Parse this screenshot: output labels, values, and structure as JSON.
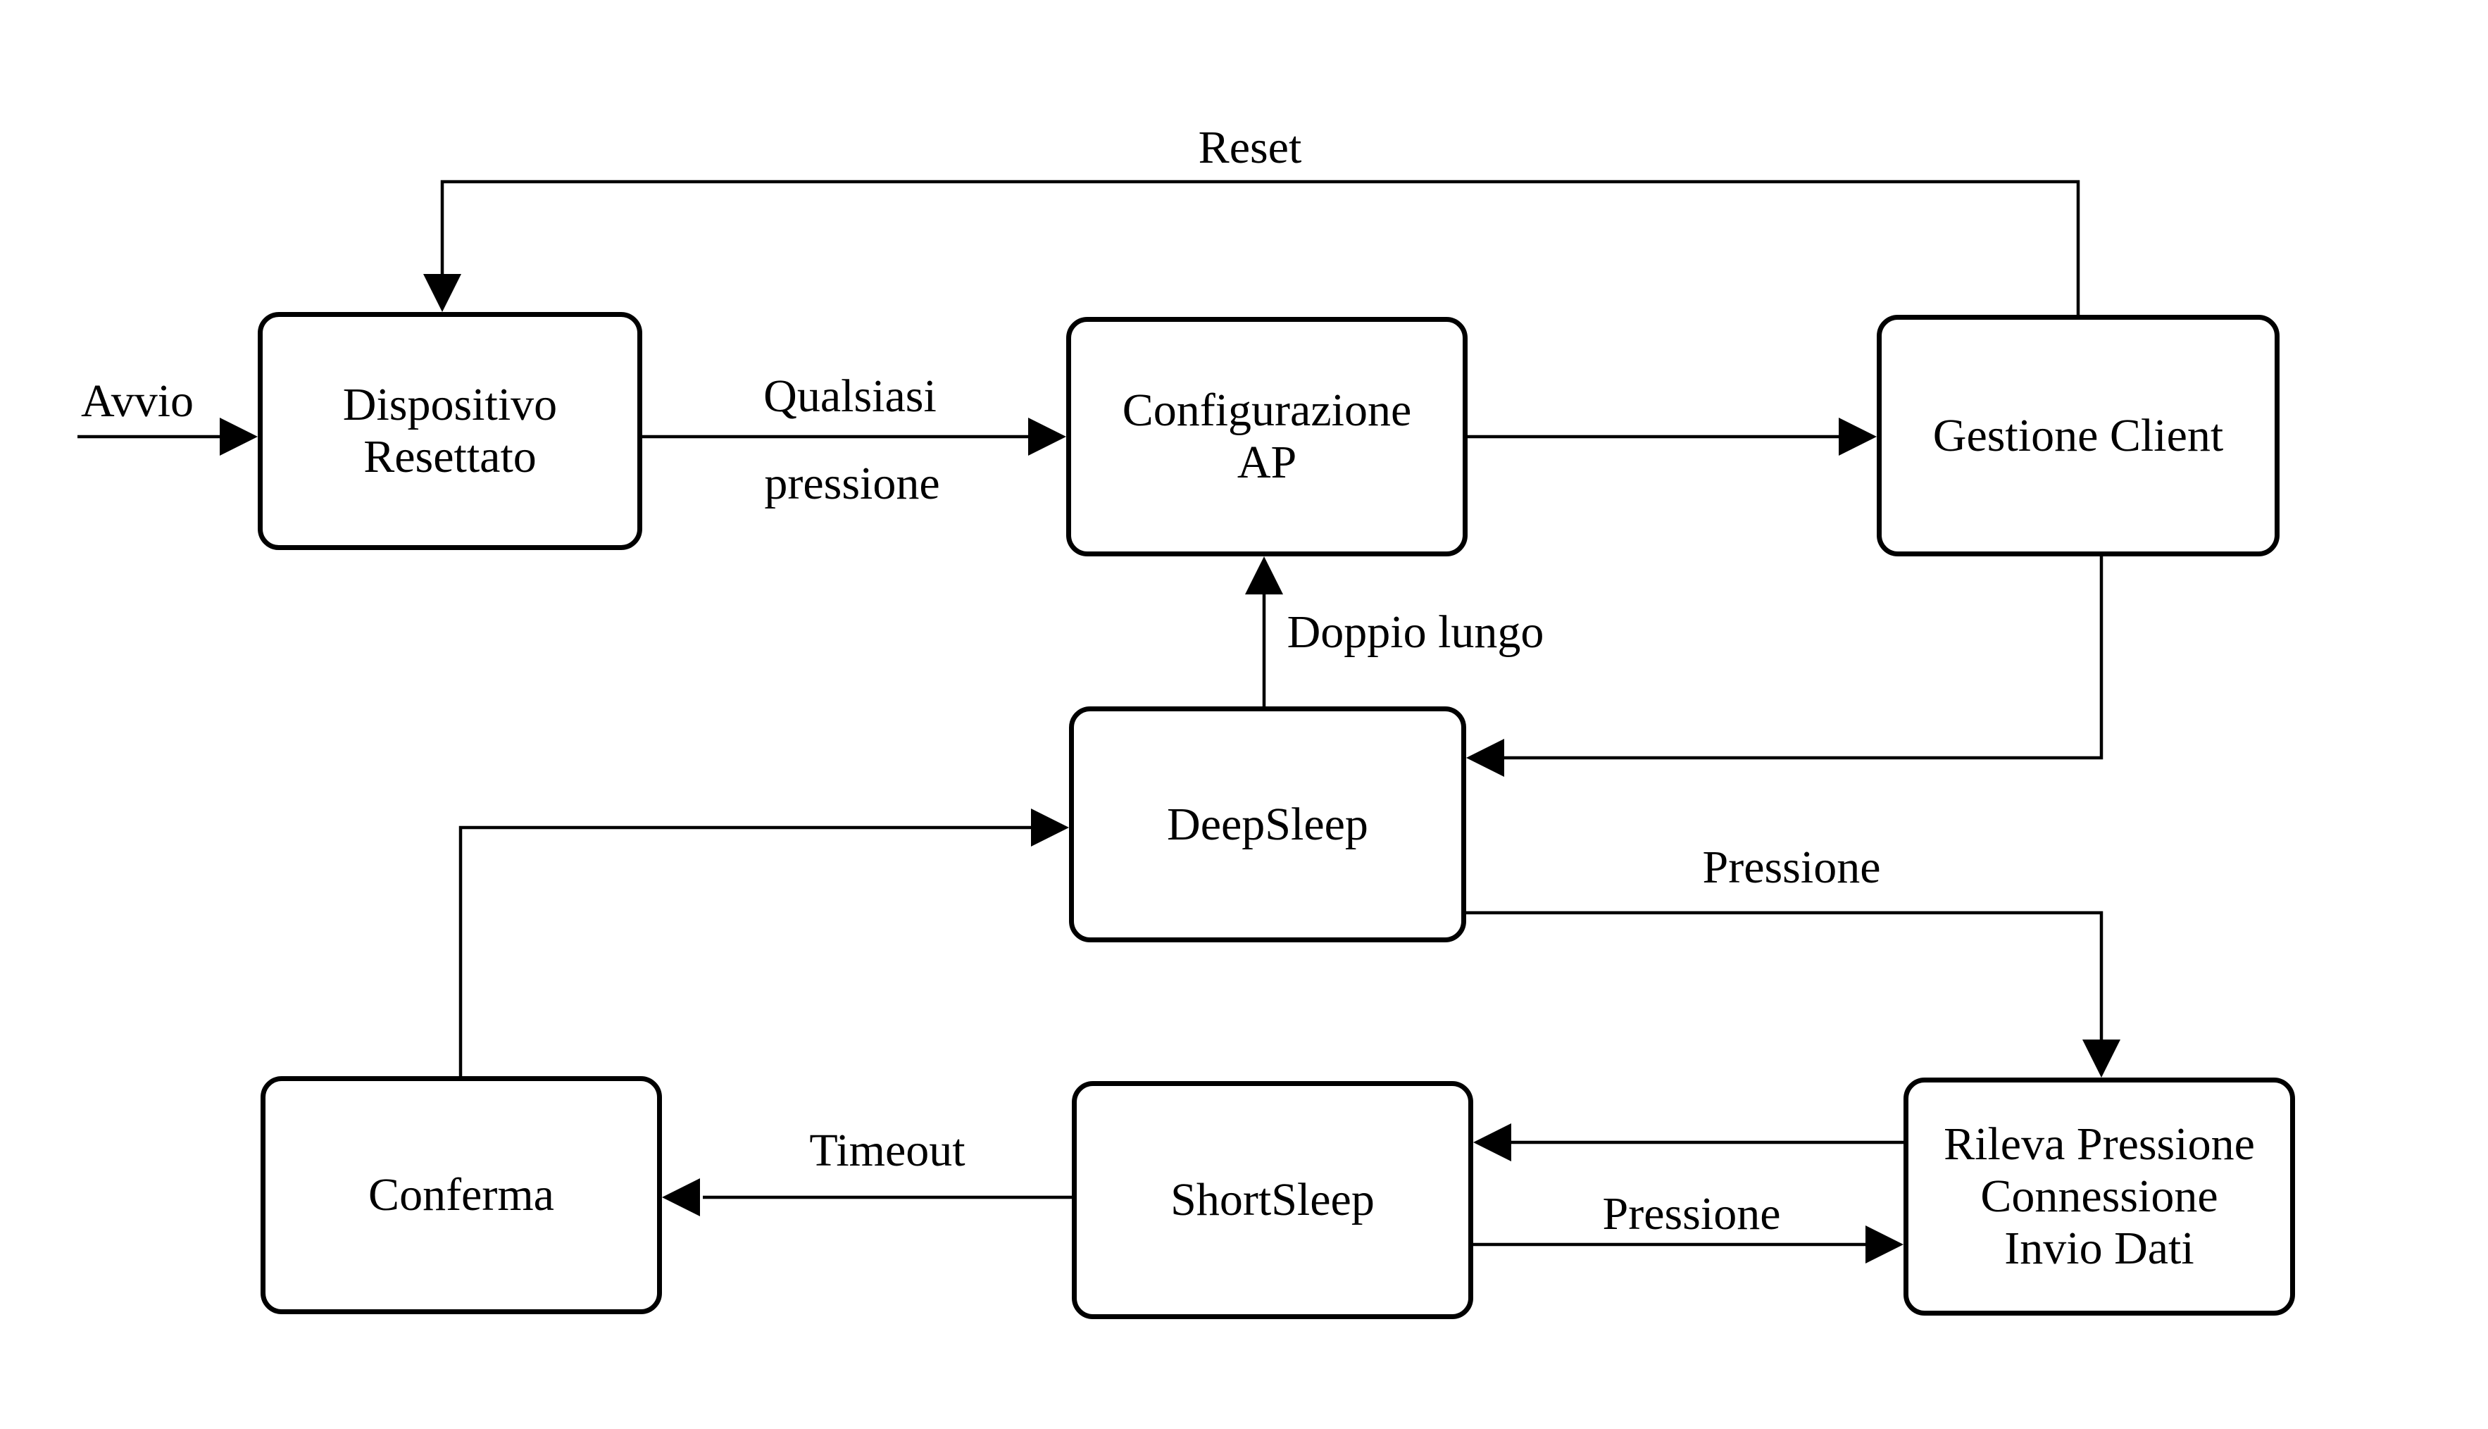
{
  "diagram": {
    "type": "state-diagram",
    "background_color": "#ffffff",
    "stroke_color": "#000000",
    "nodes": {
      "dispositivo_resettato": {
        "lines": [
          "Dispositivo",
          "Resettato"
        ]
      },
      "configurazione_ap": {
        "lines": [
          "Configurazione",
          "AP"
        ]
      },
      "gestione_client": {
        "lines": [
          "Gestione Client"
        ]
      },
      "deepsleep": {
        "lines": [
          "DeepSleep"
        ]
      },
      "conferma": {
        "lines": [
          "Conferma"
        ]
      },
      "shortsleep": {
        "lines": [
          "ShortSleep"
        ]
      },
      "rileva_pressione": {
        "lines": [
          "Rileva Pressione",
          "Connessione",
          "Invio Dati"
        ]
      }
    },
    "edge_labels": {
      "avvio": "Avvio",
      "reset": "Reset",
      "qualsiasi_line1": "Qualsiasi",
      "qualsiasi_line2": "pressione",
      "doppio_lungo": "Doppio lungo",
      "pressione_deepsleep": "Pressione",
      "timeout": "Timeout",
      "pressione_shortsleep": "Pressione"
    }
  }
}
